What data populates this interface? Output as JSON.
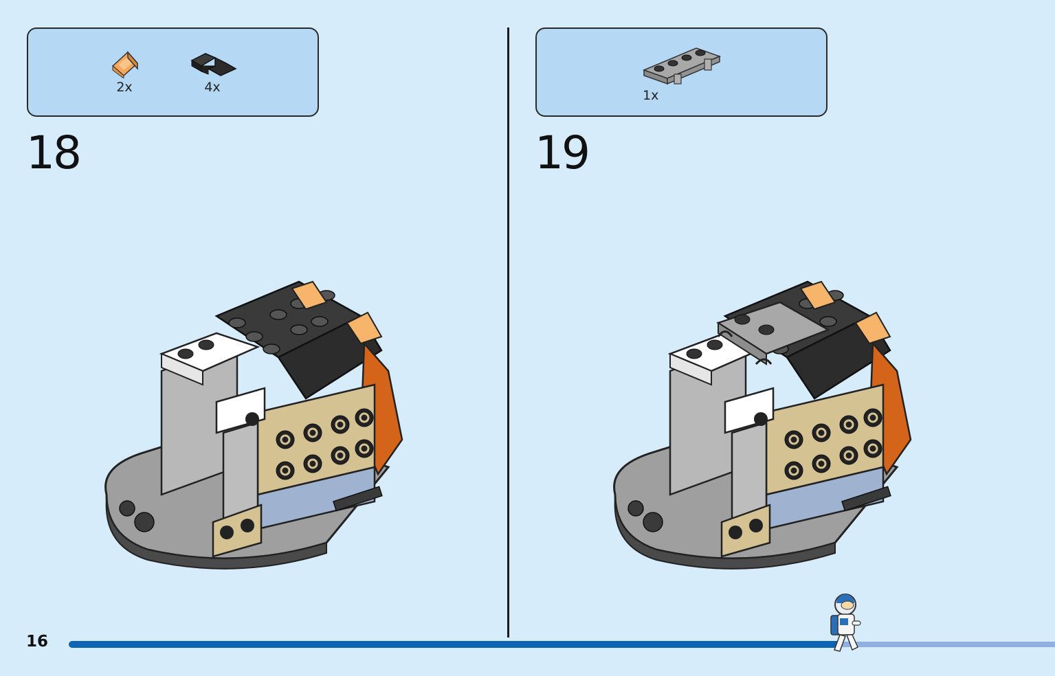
{
  "page": {
    "number": "16",
    "progress_fraction": 0.78
  },
  "steps": [
    {
      "number": "18",
      "parts": [
        {
          "icon": "orange-trans-slope-icon",
          "qty": "2x"
        },
        {
          "icon": "black-slope-plate-icon",
          "qty": "4x"
        }
      ]
    },
    {
      "number": "19",
      "parts": [
        {
          "icon": "grey-clip-plate-icon",
          "qty": "1x"
        }
      ]
    }
  ],
  "colors": {
    "background": "#d6ecfb",
    "parts_box": "#b5d8f5",
    "progress": "#0f63b5",
    "progress_remaining": "#8fb0e0"
  }
}
